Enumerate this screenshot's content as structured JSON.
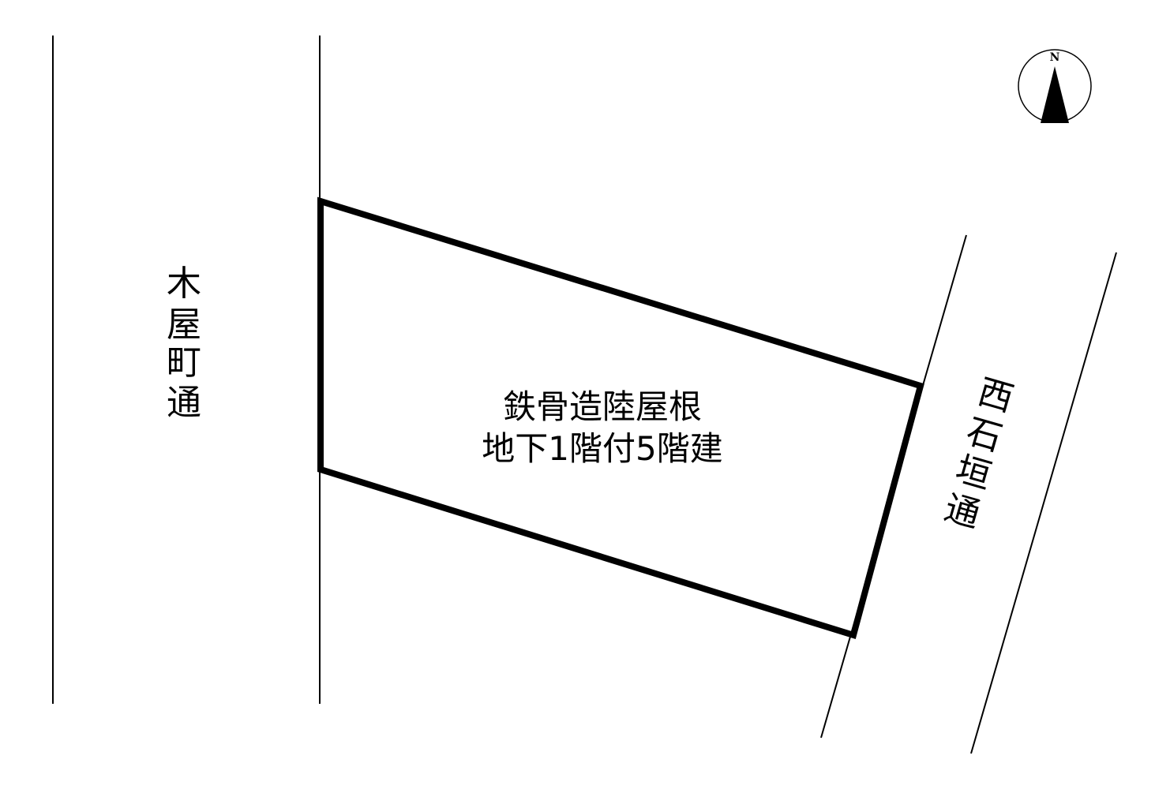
{
  "streets": {
    "left": {
      "label_chars": [
        "木",
        "屋",
        "町",
        "通"
      ]
    },
    "right": {
      "label_chars": [
        "西",
        "石",
        "垣",
        "通"
      ]
    }
  },
  "building": {
    "line1": "鉄骨造陸屋根",
    "line2": "地下1階付5階建"
  },
  "north_arrow": {
    "label": "N",
    "icon": "north-arrow-icon"
  },
  "colors": {
    "ink": "#000000",
    "paper": "#ffffff"
  }
}
